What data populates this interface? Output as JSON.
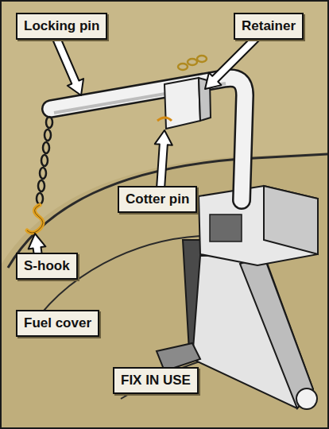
{
  "diagram": {
    "nodes": [
      {
        "text": [
          "Locking pin"
        ]
      },
      {
        "text": [
          "Retainer"
        ]
      },
      {
        "text": [
          "Cotter pin"
        ]
      },
      {
        "text": [
          "S-hook"
        ]
      },
      {
        "text": [
          "Fuel cover"
        ]
      },
      {
        "text": [
          "FIX IN USE"
        ]
      }
    ]
  }
}
